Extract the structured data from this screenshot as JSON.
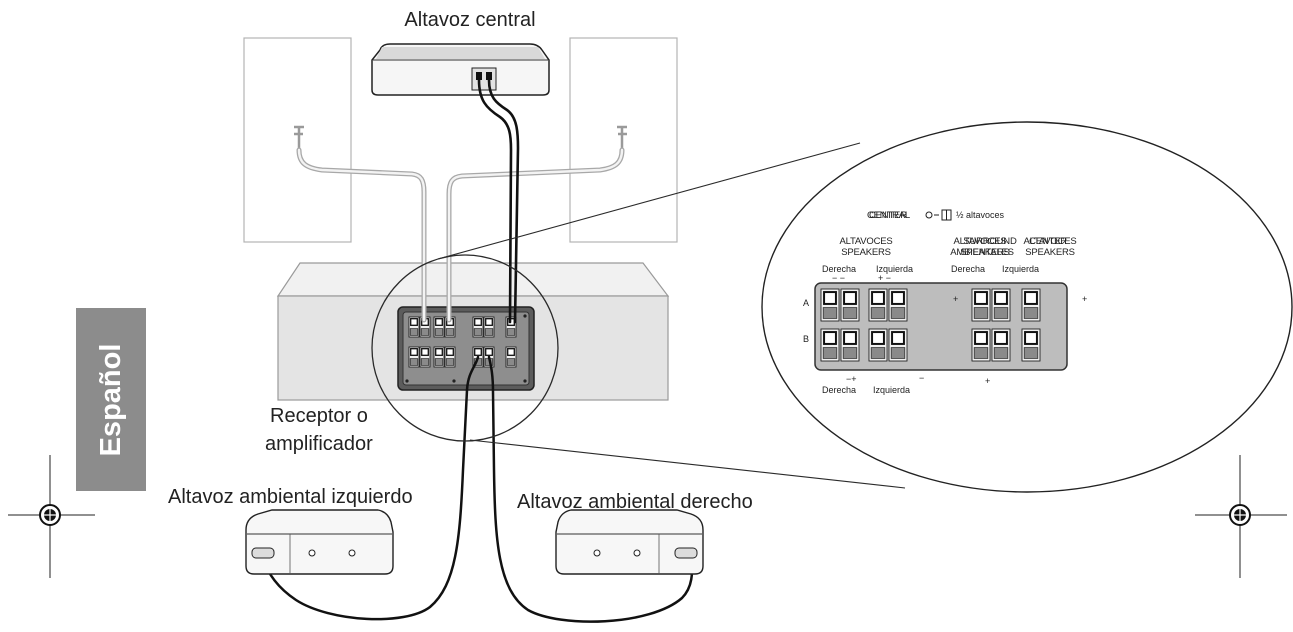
{
  "labels": {
    "center_speaker": "Altavoz central",
    "receiver_line1": "Receptor o",
    "receiver_line2": "amplificador",
    "surround_left": "Altavoz ambiental izquierdo",
    "surround_right": "Altavoz ambiental derecho"
  },
  "language_tab": {
    "text": "Español"
  },
  "zoom": {
    "mode_label_a": "CENTER",
    "mode_label_b": "CENTRAL",
    "mode_suffix": "½ altavoces",
    "front_header": [
      "ALTAVOCES",
      "SPEAKERS"
    ],
    "surround_header_line1": [
      "ALTAVOCES",
      "SURROUND"
    ],
    "surround_header_line2": [
      "AMBIENTALES",
      "SPEAKERS"
    ],
    "center_header_line1": [
      "ALTAVOCES",
      "CENTER"
    ],
    "center_header_line2": "SPEAKERS",
    "front_right": "Derecha",
    "front_left": "Izquierda",
    "front_right_polarity": "− −",
    "front_left_polarity": "+ −",
    "surround_right": "Derecha",
    "surround_left": "Izquierda",
    "row_a": "A",
    "row_b": "B",
    "plus_mid": "+",
    "plus_right": "+",
    "bottom_polarity_front": "−+",
    "bottom_right": "Derecha",
    "bottom_left": "Izquierda",
    "bottom_minus": "−",
    "bottom_plus": "+"
  },
  "icons": {
    "mode_switch": "switch-circle-icon",
    "mode_speaker": "speaker-box-icon",
    "bracket": "wall-bracket-icon",
    "registration": "registration-mark-icon"
  },
  "colors": {
    "tab": "#8c8c8c",
    "zoom_panel": "#bdbdbd",
    "receiver_panel": "#8e8e8e",
    "wire_gray": "#a8a8a8",
    "wire_black": "#111111",
    "line": "#222222"
  }
}
